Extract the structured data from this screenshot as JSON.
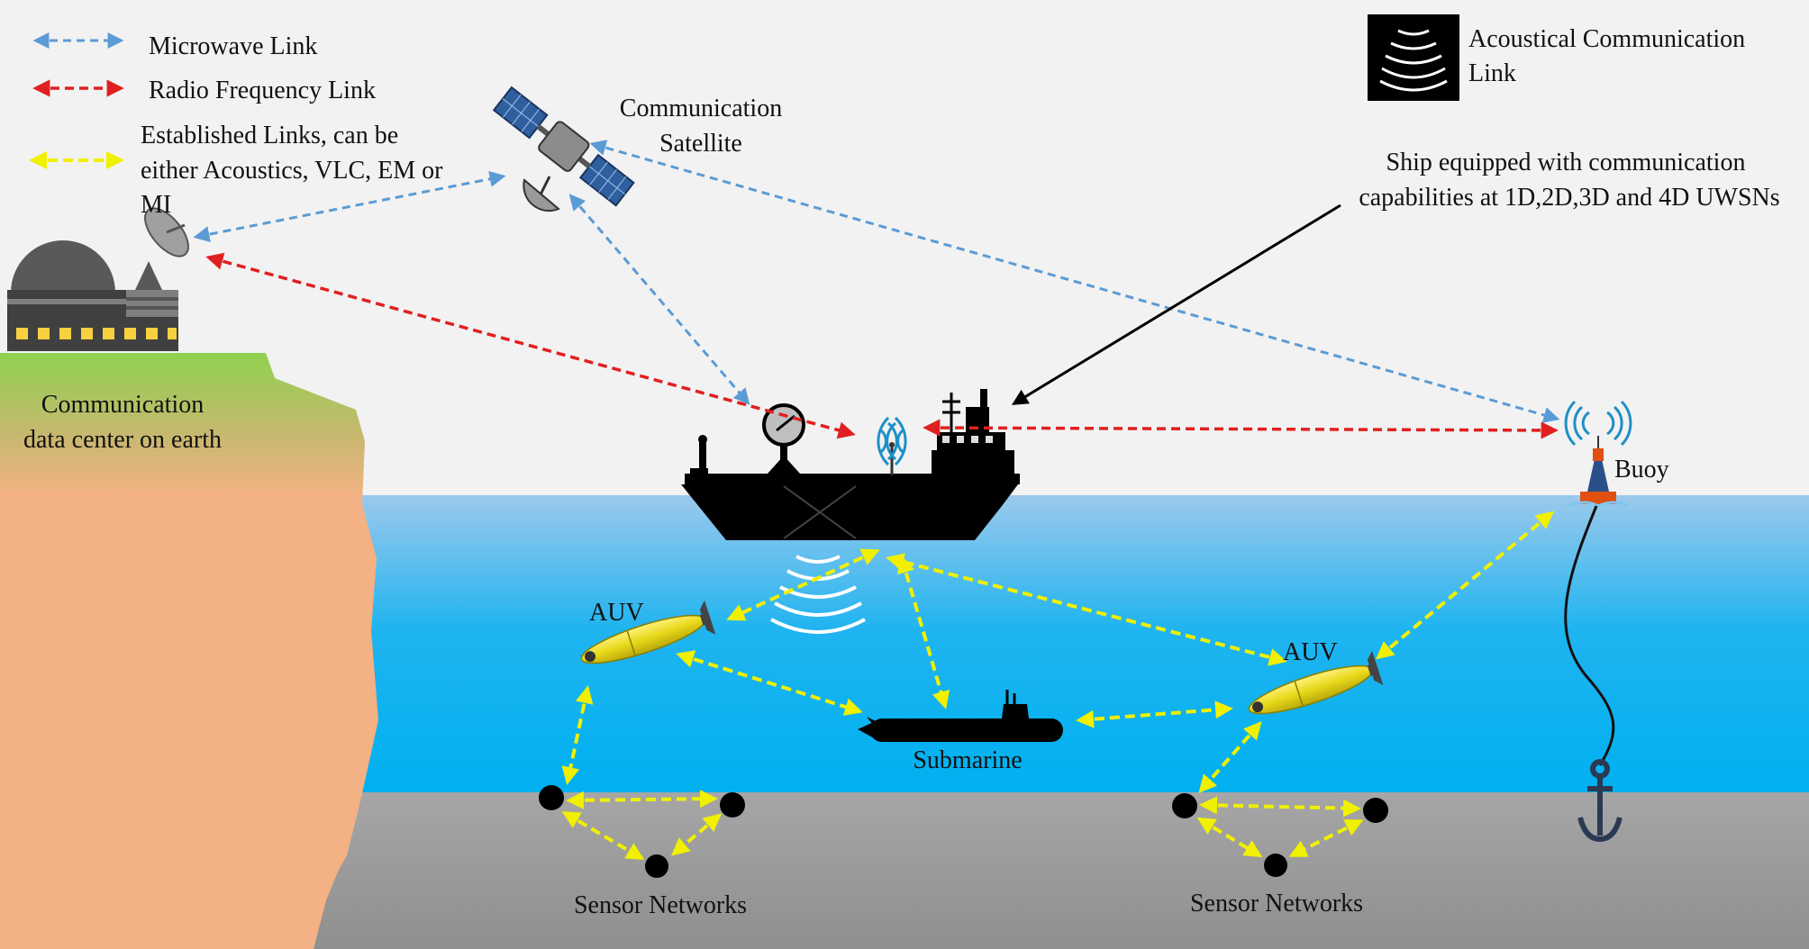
{
  "legend": {
    "microwave": "Microwave Link",
    "radio": "Radio Frequency Link",
    "established_line1": "Established Links, can be",
    "established_line2": "either Acoustics, VLC, EM or",
    "established_line3": "MI",
    "acoustic_line1": "Acoustical Communication",
    "acoustic_line2": "Link"
  },
  "labels": {
    "satellite_line1": "Communication",
    "satellite_line2": "Satellite",
    "ship_line1": "Ship equipped with communication",
    "ship_line2": "capabilities at 1D,2D,3D and 4D UWSNs",
    "datacenter_line1": "Communication",
    "datacenter_line2": "data center on earth",
    "buoy": "Buoy",
    "auv_left": "AUV",
    "auv_right": "AUV",
    "submarine": "Submarine",
    "sensors_left": "Sensor Networks",
    "sensors_right": "Sensor Networks"
  },
  "colors": {
    "microwave": "#5b9bd5",
    "radio": "#e02020",
    "established": "#f0f000",
    "sky": "#f2f2f2",
    "water_top": "#9cc9ec",
    "water_bottom": "#00b0f0",
    "seabed": "#a6a6a6",
    "cliff": "#f4b183",
    "grass": "#92d050",
    "auv": "#e8d81a"
  }
}
